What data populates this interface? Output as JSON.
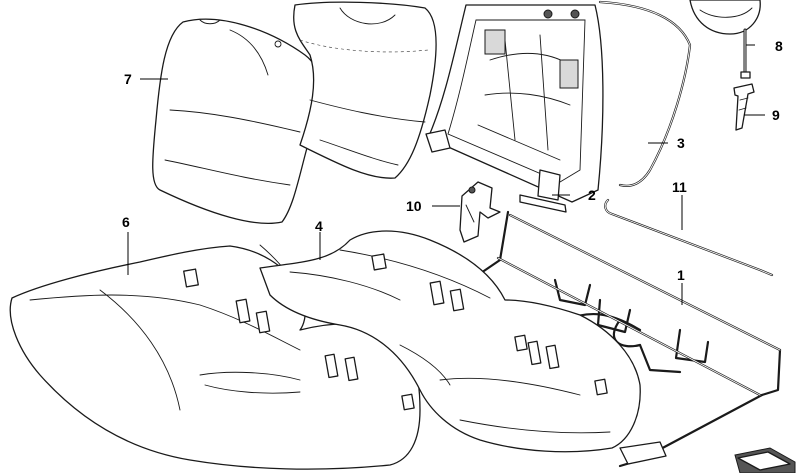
{
  "callouts": {
    "c1": "1",
    "c2": "2",
    "c3": "3",
    "c4": "4",
    "c6": "6",
    "c7": "7",
    "c8": "8",
    "c9": "9",
    "c10": "10",
    "c11": "11"
  }
}
